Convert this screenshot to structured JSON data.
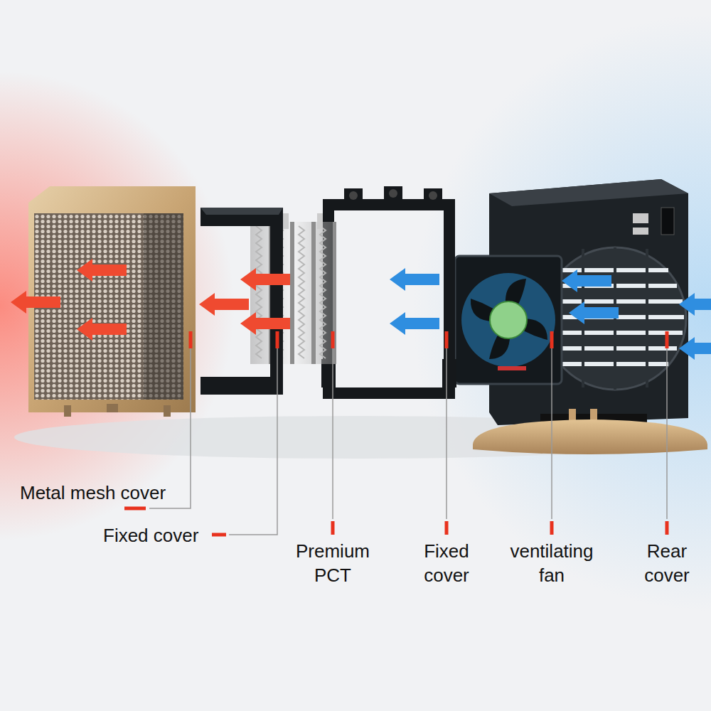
{
  "diagram": {
    "labels": [
      "Metal mesh cover",
      "Fixed cover",
      "Premium PCT",
      "Fixed cover",
      "ventilating fan",
      "Rear cover"
    ]
  }
}
